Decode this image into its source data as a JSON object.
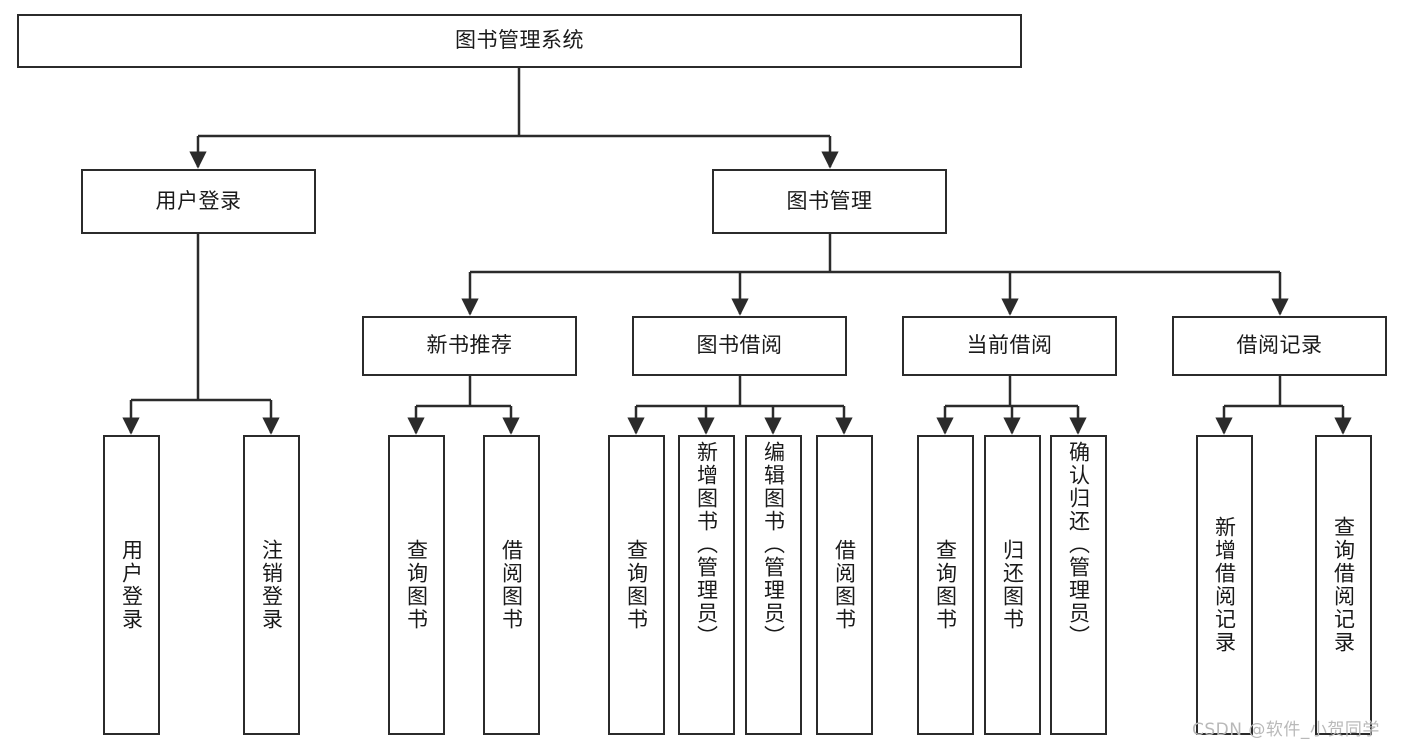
{
  "diagram": {
    "title": "图书管理系统",
    "type": "tree-hierarchy",
    "orientation": "top-down",
    "colors": {
      "stroke": "#2b2b2b",
      "fill": "#ffffff",
      "text": "#1a1a1a",
      "watermark": "#b9b9b9"
    }
  },
  "root": {
    "label": "图书管理系统"
  },
  "level2": [
    {
      "label": "用户登录"
    },
    {
      "label": "图书管理"
    }
  ],
  "level3": [
    {
      "label": "新书推荐"
    },
    {
      "label": "图书借阅"
    },
    {
      "label": "当前借阅"
    },
    {
      "label": "借阅记录"
    }
  ],
  "leaves": {
    "user_login": [
      {
        "label": "用户登录"
      },
      {
        "label": "注销登录"
      }
    ],
    "new_book_recommend": [
      {
        "label": "查询图书"
      },
      {
        "label": "借阅图书"
      }
    ],
    "book_borrow": [
      {
        "label": "查询图书"
      },
      {
        "label": "新增图书（管理员）"
      },
      {
        "label": "编辑图书（管理员）"
      },
      {
        "label": "借阅图书"
      }
    ],
    "current_borrow": [
      {
        "label": "查询图书"
      },
      {
        "label": "归还图书"
      },
      {
        "label": "确认归还（管理员）"
      }
    ],
    "borrow_record": [
      {
        "label": "新增借阅记录"
      },
      {
        "label": "查询借阅记录"
      }
    ]
  },
  "watermark": {
    "text": "CSDN @软件_小贺同学"
  }
}
